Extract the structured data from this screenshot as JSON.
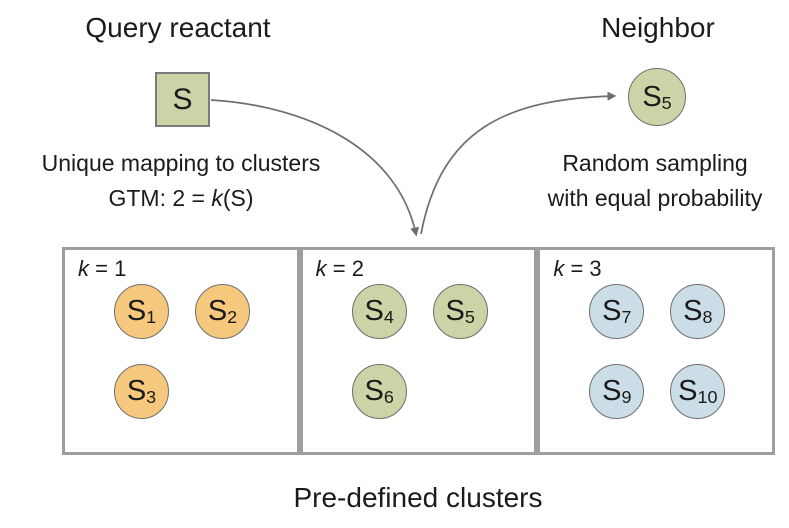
{
  "colors": {
    "arrow": "#6e6e6e",
    "box_border": "#9e9e9e",
    "node_border": "#6f6f6f",
    "orange": "#F6C87E",
    "olive": "#CBD3A7",
    "blue": "#CBDEE7"
  },
  "query": {
    "title": "Query reactant",
    "node_label": "S",
    "caption_line1": "Unique mapping to clusters",
    "caption_line2_prefix": "GTM: 2 = ",
    "caption_line2_k": "k",
    "caption_line2_suffix": "(S)"
  },
  "neighbor": {
    "title": "Neighbor",
    "node_label": "S",
    "node_sub": "5",
    "caption_line1": "Random sampling",
    "caption_line2": "with equal probability"
  },
  "clusters": {
    "caption": "Pre-defined clusters",
    "boxes": [
      {
        "k_label": "k",
        "k_eq": " = 1",
        "color": "#F6C87E",
        "items": [
          {
            "label": "S",
            "sub": "1"
          },
          {
            "label": "S",
            "sub": "2"
          },
          {
            "label": "S",
            "sub": "3"
          }
        ]
      },
      {
        "k_label": "k",
        "k_eq": " = 2",
        "color": "#CBD3A7",
        "items": [
          {
            "label": "S",
            "sub": "4"
          },
          {
            "label": "S",
            "sub": "5"
          },
          {
            "label": "S",
            "sub": "6"
          }
        ]
      },
      {
        "k_label": "k",
        "k_eq": " = 3",
        "color": "#CBDEE7",
        "items": [
          {
            "label": "S",
            "sub": "7"
          },
          {
            "label": "S",
            "sub": "8"
          },
          {
            "label": "S",
            "sub": "9"
          },
          {
            "label": "S",
            "sub": "10"
          }
        ]
      }
    ]
  }
}
